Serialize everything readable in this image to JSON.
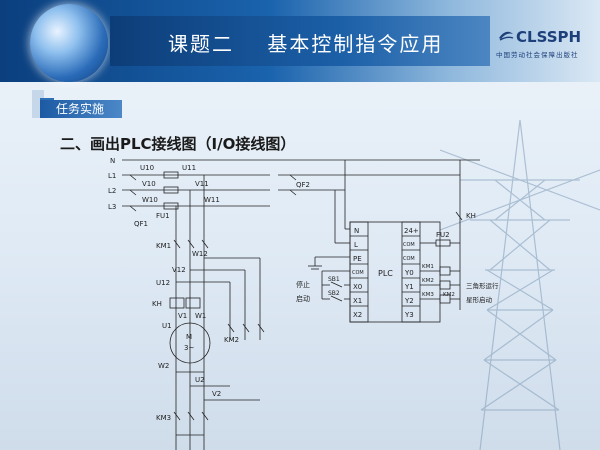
{
  "header": {
    "title": "课题二    基本控制指令应用",
    "logo_text": "CLSSPH",
    "logo_sub": "中国劳动社会保障出版社"
  },
  "task_label": "任务实施",
  "subtitle": "二、画出PLC接线图（I/O接线图）",
  "diagram": {
    "rail_labels": [
      "N",
      "L1",
      "L2",
      "L3"
    ],
    "main_labels": {
      "u10": "U10",
      "u11": "U11",
      "v10": "V10",
      "v11": "V11",
      "w10": "W10",
      "w11": "W11",
      "fu1": "FU1",
      "qf1": "QF1",
      "qf2": "QF2",
      "km1": "KM1",
      "w12": "W12",
      "v12": "V12",
      "u12": "U12",
      "kh": "KH",
      "v1": "V1",
      "w1": "W1",
      "u1": "U1",
      "motor_m": "M",
      "motor_3": "3~",
      "km2": "KM2",
      "w2": "W2",
      "u2": "U2",
      "v2": "V2",
      "km3": "KM3"
    },
    "plc": {
      "label": "PLC",
      "left_terminals": [
        "N",
        "L",
        "PE",
        "COM",
        "X0",
        "X1",
        "X2"
      ],
      "right_terminals": [
        "24+",
        "COM",
        "COM",
        "Y0",
        "Y1",
        "Y2",
        "Y3"
      ],
      "fu2": "FU2",
      "kh_right": "KH",
      "stop": "停止",
      "start": "启动",
      "sb1": "SB1",
      "sb2": "SB2",
      "coil_km1": "KM1",
      "coil_km2": "KM2",
      "coil_km3": "KM3",
      "coil_km2b": "KM2",
      "delta_run": "三角形运行",
      "star_start": "星形启动"
    }
  }
}
